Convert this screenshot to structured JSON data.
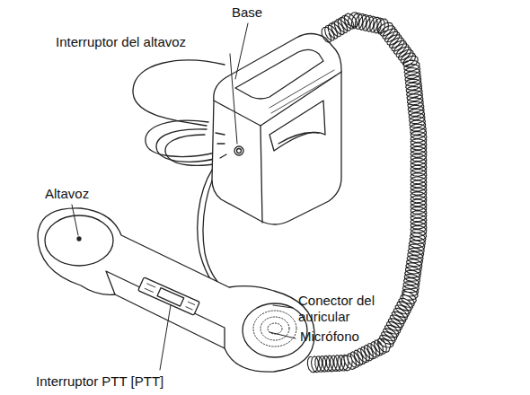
{
  "diagram": {
    "labels": [
      "Base",
      "Interruptor del altavoz",
      "Altavoz",
      "Conector del auricular",
      "Micrófono",
      "Interruptor PTT [PTT]"
    ]
  }
}
